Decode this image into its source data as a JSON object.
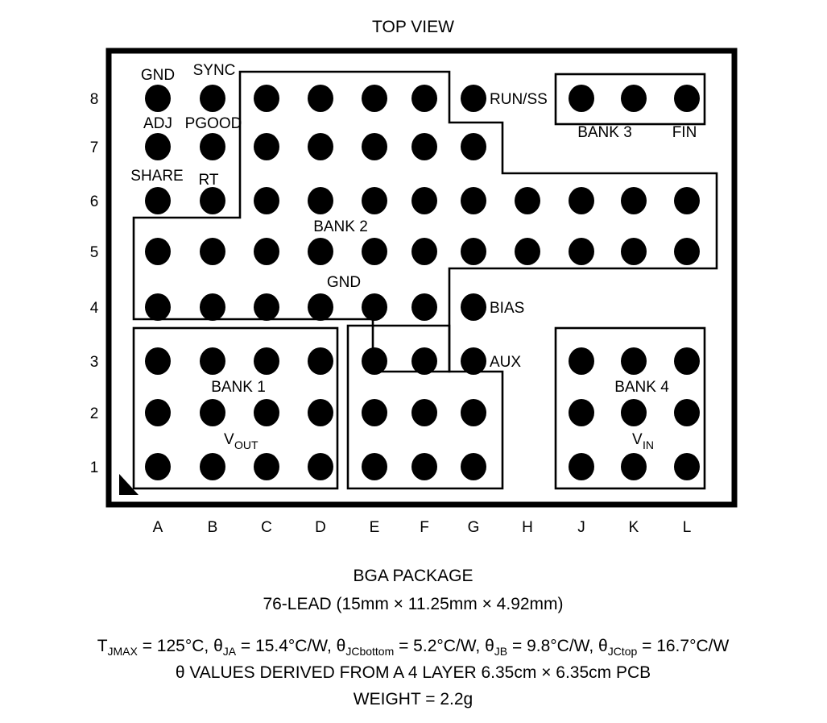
{
  "figure": {
    "title": "TOP VIEW",
    "package_name": "BGA PACKAGE",
    "package_dimensions": "76-LEAD (15mm × 11.25mm × 4.92mm)",
    "thermal_line": "T_JMAX = 125°C, θ_JA = 15.4°C/W, θ_JCbottom = 5.2°C/W, θ_JB = 9.8°C/W, θ_JCtop = 16.7°C/W",
    "theta_note": "θ VALUES DERIVED FROM A 4 LAYER 6.35cm × 6.35cm PCB",
    "weight": "WEIGHT = 2.2g"
  },
  "thermal": {
    "tjmax_sym": "T",
    "tjmax_sub": "JMAX",
    "tjmax_val": " = 125°C, ",
    "theta": "θ",
    "ja_sub": "JA",
    "ja_val": " = 15.4°C/W, ",
    "jcb_sub": "JCbottom",
    "jcb_val": " = 5.2°C/W, ",
    "jb_sub": "JB",
    "jb_val": " = 9.8°C/W, ",
    "jct_sub": "JCtop",
    "jct_val": " = 16.7°C/W"
  },
  "grid": {
    "columns": [
      "A",
      "B",
      "C",
      "D",
      "E",
      "F",
      "G",
      "H",
      "J",
      "K",
      "L"
    ],
    "rows": [
      "8",
      "7",
      "6",
      "5",
      "4",
      "3",
      "2",
      "1"
    ],
    "ball_count": 76,
    "balls": [
      {
        "col": "A",
        "row": "8"
      },
      {
        "col": "B",
        "row": "8"
      },
      {
        "col": "C",
        "row": "8"
      },
      {
        "col": "D",
        "row": "8"
      },
      {
        "col": "E",
        "row": "8"
      },
      {
        "col": "F",
        "row": "8"
      },
      {
        "col": "G",
        "row": "8"
      },
      {
        "col": "J",
        "row": "8"
      },
      {
        "col": "K",
        "row": "8"
      },
      {
        "col": "L",
        "row": "8"
      },
      {
        "col": "A",
        "row": "7"
      },
      {
        "col": "B",
        "row": "7"
      },
      {
        "col": "C",
        "row": "7"
      },
      {
        "col": "D",
        "row": "7"
      },
      {
        "col": "E",
        "row": "7"
      },
      {
        "col": "F",
        "row": "7"
      },
      {
        "col": "G",
        "row": "7"
      },
      {
        "col": "A",
        "row": "6"
      },
      {
        "col": "B",
        "row": "6"
      },
      {
        "col": "C",
        "row": "6"
      },
      {
        "col": "D",
        "row": "6"
      },
      {
        "col": "E",
        "row": "6"
      },
      {
        "col": "F",
        "row": "6"
      },
      {
        "col": "G",
        "row": "6"
      },
      {
        "col": "H",
        "row": "6"
      },
      {
        "col": "J",
        "row": "6"
      },
      {
        "col": "K",
        "row": "6"
      },
      {
        "col": "L",
        "row": "6"
      },
      {
        "col": "A",
        "row": "5"
      },
      {
        "col": "B",
        "row": "5"
      },
      {
        "col": "C",
        "row": "5"
      },
      {
        "col": "D",
        "row": "5"
      },
      {
        "col": "E",
        "row": "5"
      },
      {
        "col": "F",
        "row": "5"
      },
      {
        "col": "G",
        "row": "5"
      },
      {
        "col": "H",
        "row": "5"
      },
      {
        "col": "J",
        "row": "5"
      },
      {
        "col": "K",
        "row": "5"
      },
      {
        "col": "L",
        "row": "5"
      },
      {
        "col": "A",
        "row": "4"
      },
      {
        "col": "B",
        "row": "4"
      },
      {
        "col": "C",
        "row": "4"
      },
      {
        "col": "D",
        "row": "4"
      },
      {
        "col": "E",
        "row": "4"
      },
      {
        "col": "F",
        "row": "4"
      },
      {
        "col": "G",
        "row": "4"
      },
      {
        "col": "A",
        "row": "3"
      },
      {
        "col": "B",
        "row": "3"
      },
      {
        "col": "C",
        "row": "3"
      },
      {
        "col": "D",
        "row": "3"
      },
      {
        "col": "E",
        "row": "3"
      },
      {
        "col": "F",
        "row": "3"
      },
      {
        "col": "G",
        "row": "3"
      },
      {
        "col": "J",
        "row": "3"
      },
      {
        "col": "K",
        "row": "3"
      },
      {
        "col": "L",
        "row": "3"
      },
      {
        "col": "A",
        "row": "2"
      },
      {
        "col": "B",
        "row": "2"
      },
      {
        "col": "C",
        "row": "2"
      },
      {
        "col": "D",
        "row": "2"
      },
      {
        "col": "E",
        "row": "2"
      },
      {
        "col": "F",
        "row": "2"
      },
      {
        "col": "G",
        "row": "2"
      },
      {
        "col": "J",
        "row": "2"
      },
      {
        "col": "K",
        "row": "2"
      },
      {
        "col": "L",
        "row": "2"
      },
      {
        "col": "A",
        "row": "1"
      },
      {
        "col": "B",
        "row": "1"
      },
      {
        "col": "C",
        "row": "1"
      },
      {
        "col": "D",
        "row": "1"
      },
      {
        "col": "E",
        "row": "1"
      },
      {
        "col": "F",
        "row": "1"
      },
      {
        "col": "G",
        "row": "1"
      },
      {
        "col": "J",
        "row": "1"
      },
      {
        "col": "K",
        "row": "1"
      },
      {
        "col": "L",
        "row": "1"
      }
    ]
  },
  "pin_labels": {
    "gnd_top": "GND",
    "sync": "SYNC",
    "adj": "ADJ",
    "pgood": "PGOOD",
    "share": "SHARE",
    "rt": "RT",
    "run_ss": "RUN/SS",
    "bias": "BIAS",
    "aux": "AUX",
    "fin": "FIN",
    "gnd_bank2": "GND"
  },
  "banks": {
    "bank1": {
      "label": "BANK 1",
      "net": "V",
      "net_sub": "OUT"
    },
    "bank2": {
      "label": "BANK 2",
      "net": "GND"
    },
    "bank3": {
      "label": "BANK 3"
    },
    "bank4": {
      "label": "BANK 4",
      "net": "V",
      "net_sub": "IN"
    }
  },
  "colors": {
    "ink": "#000000",
    "paper": "#ffffff"
  }
}
